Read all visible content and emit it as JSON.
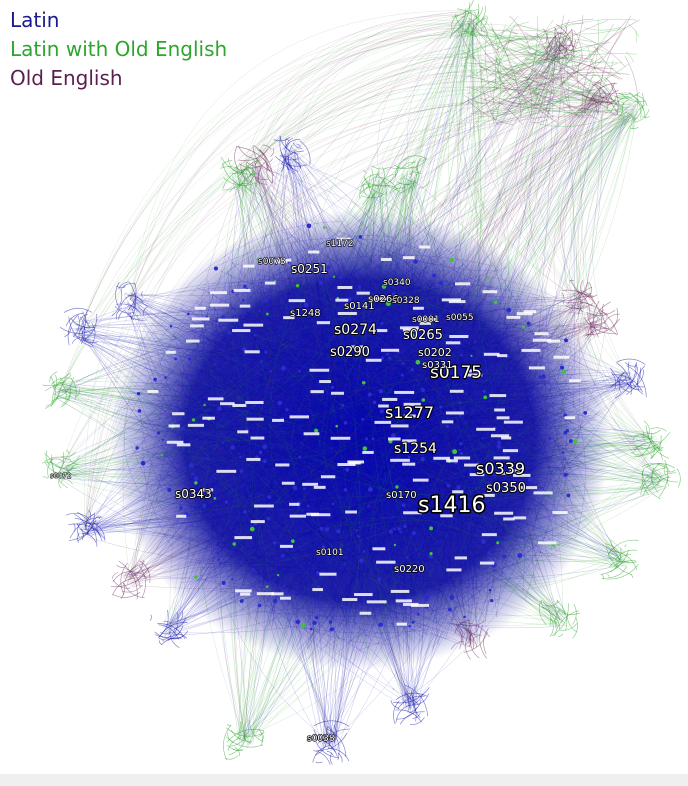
{
  "legend": {
    "items": [
      {
        "label": "Latin",
        "color": "#1a1a8c"
      },
      {
        "label": "Latin with Old English",
        "color": "#2ea52e"
      },
      {
        "label": "Old English",
        "color": "#5a1f4f"
      }
    ]
  },
  "colors": {
    "latin": "#0a0aa8",
    "mixed": "#22a022",
    "old_english": "#6e2a5a",
    "background": "#ffffff",
    "bottom_bar": "#efefef"
  },
  "node_labels": [
    "s1416",
    "s0339",
    "s1277",
    "s0175",
    "s0274",
    "s1254",
    "s0350",
    "s0343",
    "s0290",
    "s0265",
    "s0251",
    "s1172",
    "s0202",
    "s0331",
    "s0078",
    "s0141",
    "s0055",
    "s0266",
    "s0328",
    "s1248",
    "s0220",
    "s0170",
    "s0101",
    "s0001",
    "s0072",
    "s0340",
    "s0038"
  ]
}
